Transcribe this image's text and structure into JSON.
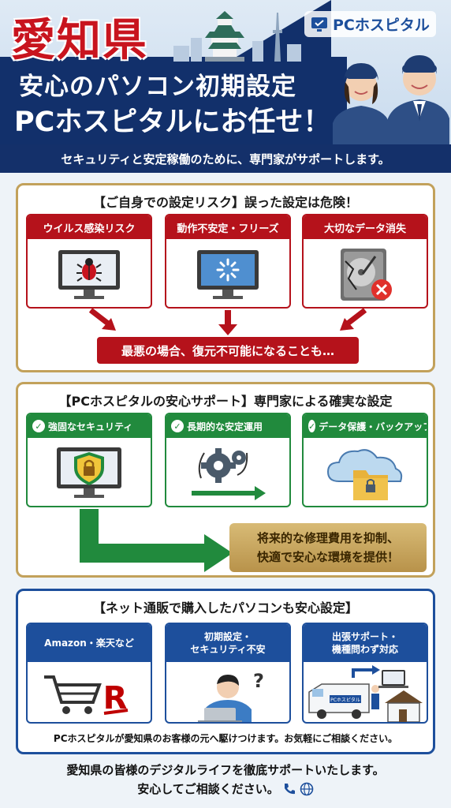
{
  "header": {
    "title_prefecture": "愛知県",
    "title_line2": "安心のパソコン初期設定",
    "title_line3": "PCホスピタルにお任せ！",
    "brand_name": "PCホスピタル",
    "subtitle": "セキュリティと安定稼働のために、専門家がサポートします。"
  },
  "risk": {
    "title": "【ご自身での設定リスク】誤った設定は危険！",
    "cards": [
      {
        "label": "ウイルス感染リスク",
        "icon": "bug-monitor-icon"
      },
      {
        "label": "動作不安定・フリーズ",
        "icon": "frozen-monitor-icon"
      },
      {
        "label": "大切なデータ消失",
        "icon": "broken-hdd-icon"
      }
    ],
    "warning": "最悪の場合、復元不可能になることも…"
  },
  "support": {
    "title": "【PCホスピタルの安心サポート】専門家による確実な設定",
    "cards": [
      {
        "label": "強固なセキュリティ",
        "icon": "shield-lock-monitor-icon"
      },
      {
        "label": "長期的な安定運用",
        "icon": "gears-arrow-icon"
      },
      {
        "label": "データ保護・バックアップ",
        "icon": "cloud-folder-icon"
      }
    ],
    "result_line1": "将来的な修理費用を抑制、",
    "result_line2": "快適で安心な環境を提供！"
  },
  "online": {
    "title": "【ネット通販で購入したパソコンも安心設定】",
    "cards": [
      {
        "label": "Amazon・楽天など",
        "icon": "cart-icon"
      },
      {
        "label_line1": "初期設定・",
        "label_line2": "セキュリティ不安",
        "icon": "confused-user-icon"
      },
      {
        "label_line1": "出張サポート・",
        "label_line2": "機種問わず対応",
        "icon": "van-house-icon"
      }
    ],
    "van_label": "PCホスピタル",
    "rakuten_mark": "R",
    "footer_note": "PCホスピタルが愛知県のお客様の元へ駆けつけます。お気軽にご相談ください。"
  },
  "footer": {
    "line1": "愛知県の皆様のデジタルライフを徹底サポートいたします。",
    "line2": "安心してご相談ください。"
  },
  "colors": {
    "navy": "#12306b",
    "red": "#b5121b",
    "green": "#218a3d",
    "gold": "#c2a15b",
    "blue": "#1d4f9c"
  }
}
